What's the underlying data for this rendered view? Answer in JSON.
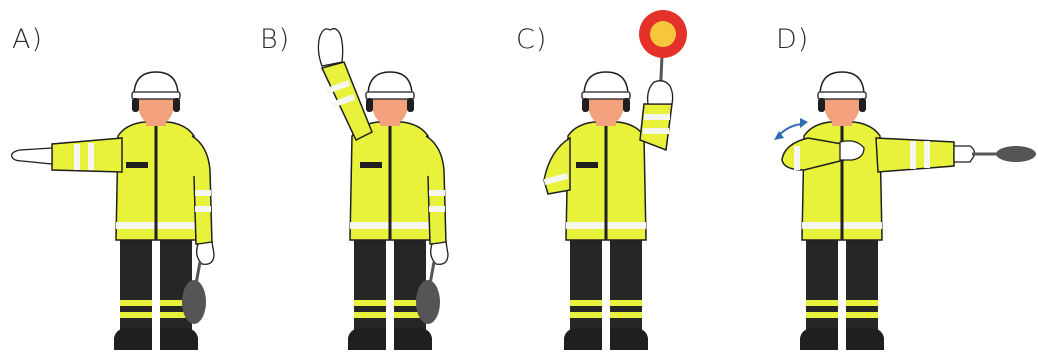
{
  "panels": [
    {
      "id": "A",
      "label": "A)"
    },
    {
      "id": "B",
      "label": "B)"
    },
    {
      "id": "C",
      "label": "C)"
    },
    {
      "id": "D",
      "label": "D)"
    }
  ],
  "colors": {
    "jacket": "#e8f23a",
    "jacket_shade": "#c9d41e",
    "reflective": "#f7f7f2",
    "outline": "#1f1f1f",
    "skin": "#f3a07d",
    "pants": "#262626",
    "helmet": "#ffffff",
    "paddle": "#555555",
    "stop_sign_ring": "#e5312a",
    "stop_sign_center": "#f6c63b",
    "arrow": "#2f6db3"
  }
}
